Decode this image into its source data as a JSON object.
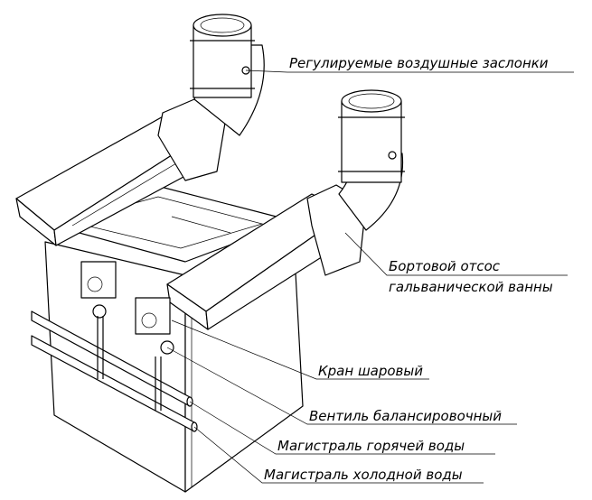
{
  "labels": {
    "dampers": "Регулируемые воздушные заслонки",
    "side_exhaust_line1": "Бортовой отсос",
    "side_exhaust_line2": "гальванической ванны",
    "ball_valve": "Кран шаровый",
    "balancing_valve": "Вентиль балансировочный",
    "hot_water_main": "Магистраль горячей воды",
    "cold_water_main": "Магистраль холодной воды"
  }
}
